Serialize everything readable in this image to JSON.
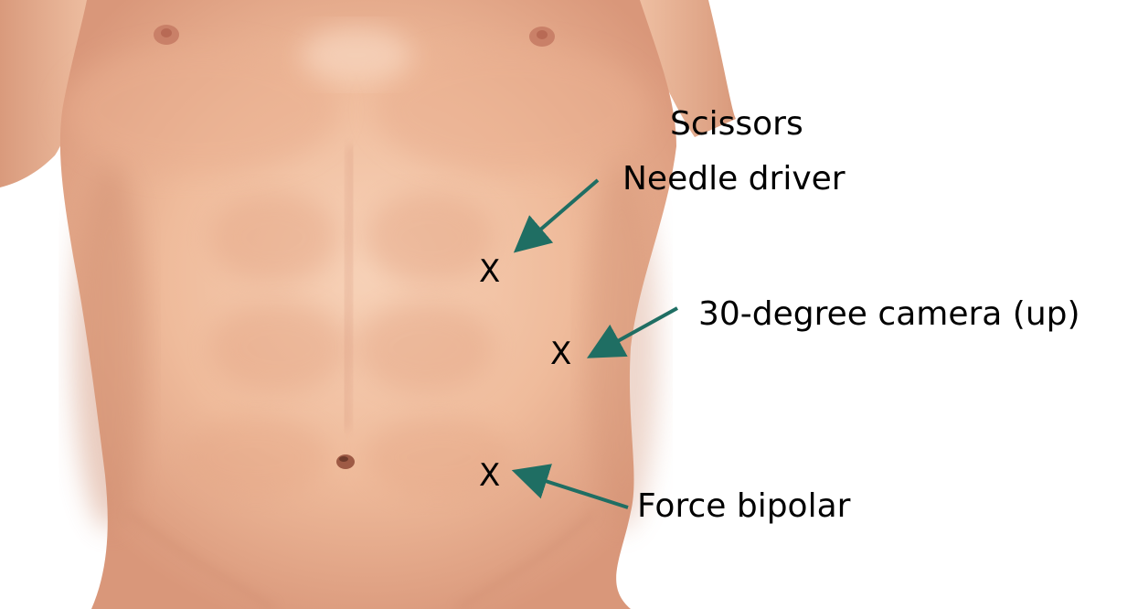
{
  "labels": {
    "scissors": "Scissors",
    "needle_driver": "Needle driver",
    "camera": "30-degree camera (up)",
    "bipolar": "Force bipolar"
  },
  "port_marks": {
    "mark_1": "X",
    "mark_2": "X",
    "mark_3": "X"
  },
  "colors": {
    "arrow": "#1f6e63",
    "text": "#000000",
    "skin_base": "#f2c2a4",
    "skin_shadow": "#d99a7c"
  }
}
